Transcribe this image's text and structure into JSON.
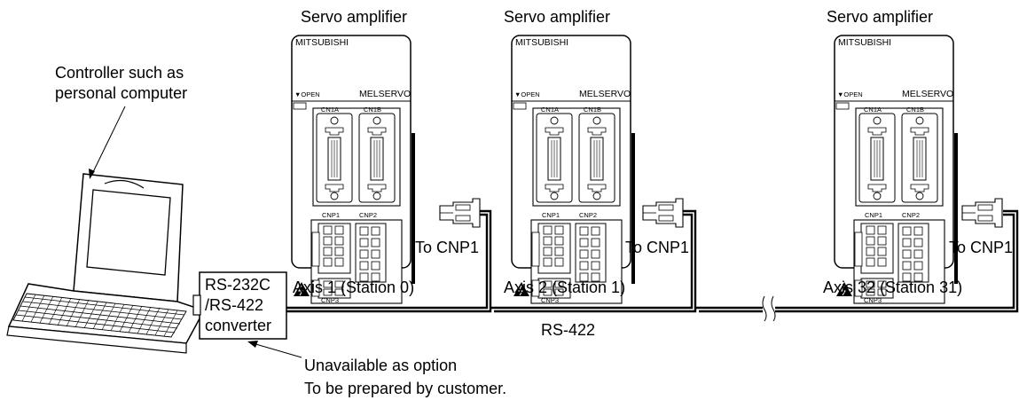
{
  "amplifiers": [
    {
      "title": "Servo amplifier",
      "brand": "MITSUBISHI",
      "open": "▼OPEN",
      "model": "MELSERVO",
      "cn1a": "CN1A",
      "cn1b": "CN1B",
      "cnp1": "CNP1",
      "cnp2": "CNP2",
      "cnp3": "CNP3",
      "to_label": "To CNP1",
      "axis_label": "Axis 1 (Station 0)"
    },
    {
      "title": "Servo amplifier",
      "brand": "MITSUBISHI",
      "open": "▼OPEN",
      "model": "MELSERVO",
      "cn1a": "CN1A",
      "cn1b": "CN1B",
      "cnp1": "CNP1",
      "cnp2": "CNP2",
      "cnp3": "CNP3",
      "to_label": "To CNP1",
      "axis_label": "Axis 2 (Station 1)"
    },
    {
      "title": "Servo amplifier",
      "brand": "MITSUBISHI",
      "open": "▼OPEN",
      "model": "MELSERVO",
      "cn1a": "CN1A",
      "cn1b": "CN1B",
      "cnp1": "CNP1",
      "cnp2": "CNP2",
      "cnp3": "CNP3",
      "to_label": "To CNP1",
      "axis_label": "Axis 32 (Station 31)"
    }
  ],
  "controller": {
    "line1": "Controller such as",
    "line2": "personal computer"
  },
  "converter": {
    "line1": "RS-232C",
    "line2": "/RS-422",
    "line3": "converter"
  },
  "bus_label": "RS-422",
  "note": {
    "line1": "Unavailable as option",
    "line2": "To be prepared by customer."
  }
}
